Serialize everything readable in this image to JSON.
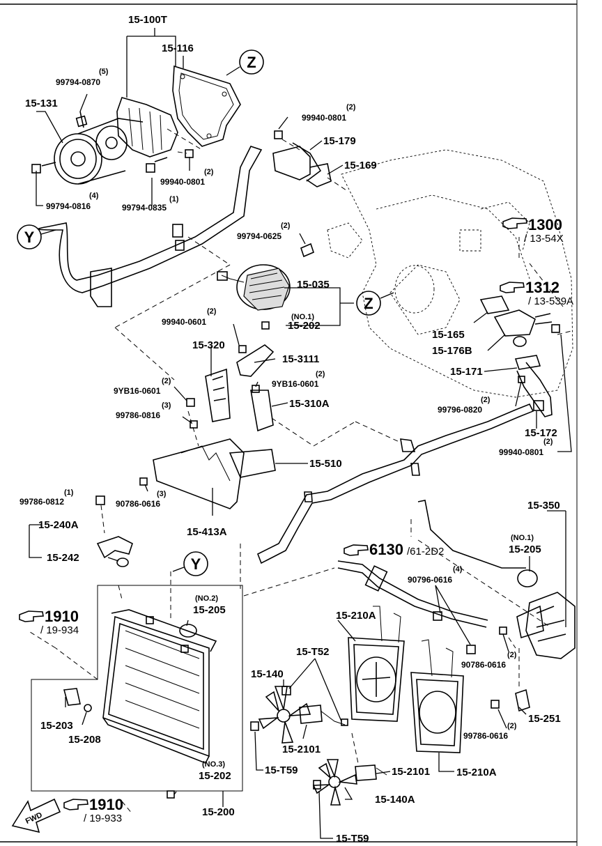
{
  "callouts": {
    "y": "Y",
    "z": "Z"
  },
  "refs": {
    "r1300": {
      "num": "1300",
      "sub": "/ 13-54X"
    },
    "r1312": {
      "num": "1312",
      "sub": "/ 13-539A"
    },
    "r6130": {
      "num": "6130",
      "sub": "/61-2D2"
    },
    "r1910a": {
      "num": "1910",
      "sub": "/ 19-934"
    },
    "r1910b": {
      "num": "1910",
      "sub": "/ 19-933"
    }
  },
  "fwd": "FWD",
  "labels": {
    "p15_100T": "15-100T",
    "p15_116": "15-116",
    "p15_131": "15-131",
    "p15_179": "15-179",
    "p15_169": "15-169",
    "p15_035": "15-035",
    "p15_202a": "15-202",
    "p15_320": "15-320",
    "p15_3111": "15-3111",
    "p15_310A": "15-310A",
    "p15_510": "15-510",
    "p15_413A": "15-413A",
    "p15_165": "15-165",
    "p15_176B": "15-176B",
    "p15_171": "15-171",
    "p15_172": "15-172",
    "p15_240A": "15-240A",
    "p15_242": "15-242",
    "p15_350": "15-350",
    "p15_205a": "15-205",
    "p15_205b": "15-205",
    "p15_210Aa": "15-210A",
    "p15_210Ab": "15-210A",
    "p15_T52": "15-T52",
    "p15_140": "15-140",
    "p15_2101a": "15-2101",
    "p15_2101b": "15-2101",
    "p15_T59a": "15-T59",
    "p15_T59b": "15-T59",
    "p15_140A": "15-140A",
    "p15_251": "15-251",
    "p15_203": "15-203",
    "p15_208": "15-208",
    "p15_202b": "15-202",
    "p15_200": "15-200"
  },
  "parts": {
    "b99794_0870": {
      "qty": "(5)",
      "no": "99794-0870"
    },
    "b99940_0801a": {
      "qty": "(2)",
      "no": "99940-0801"
    },
    "b99794_0816": {
      "qty": "(4)",
      "no": "99794-0816"
    },
    "b99794_0835": {
      "qty": "(1)",
      "no": "99794-0835"
    },
    "b99940_0801b": {
      "qty": "(2)",
      "no": "99940-0801"
    },
    "b99794_0625": {
      "qty": "(2)",
      "no": "99794-0625"
    },
    "b99940_0601": {
      "qty": "(2)",
      "no": "99940-0601"
    },
    "b9YB16_0601a": {
      "qty": "(2)",
      "no": "9YB16-0601"
    },
    "b9YB16_0601b": {
      "qty": "(2)",
      "no": "9YB16-0601"
    },
    "b99786_0816": {
      "qty": "(3)",
      "no": "99786-0816"
    },
    "b90786_0616a": {
      "qty": "(3)",
      "no": "90786-0616"
    },
    "b99786_0812": {
      "qty": "(1)",
      "no": "99786-0812"
    },
    "b99796_0820": {
      "qty": "(2)",
      "no": "99796-0820"
    },
    "b99940_0801c": {
      "qty": "(2)",
      "no": "99940-0801"
    },
    "b90796_0616": {
      "qty": "(4)",
      "no": "90796-0616"
    },
    "b90786_0616b": {
      "qty": "(2)",
      "no": "90786-0616"
    },
    "b99786_0616": {
      "qty": "(2)",
      "no": "99786-0616"
    }
  },
  "notes": {
    "no1a": "(NO.1)",
    "no1b": "(NO.1)",
    "no2": "(NO.2)",
    "no3": "(NO.3)"
  },
  "icons": [
    "pointing-hand-icon",
    "fwd-arrow-icon"
  ]
}
